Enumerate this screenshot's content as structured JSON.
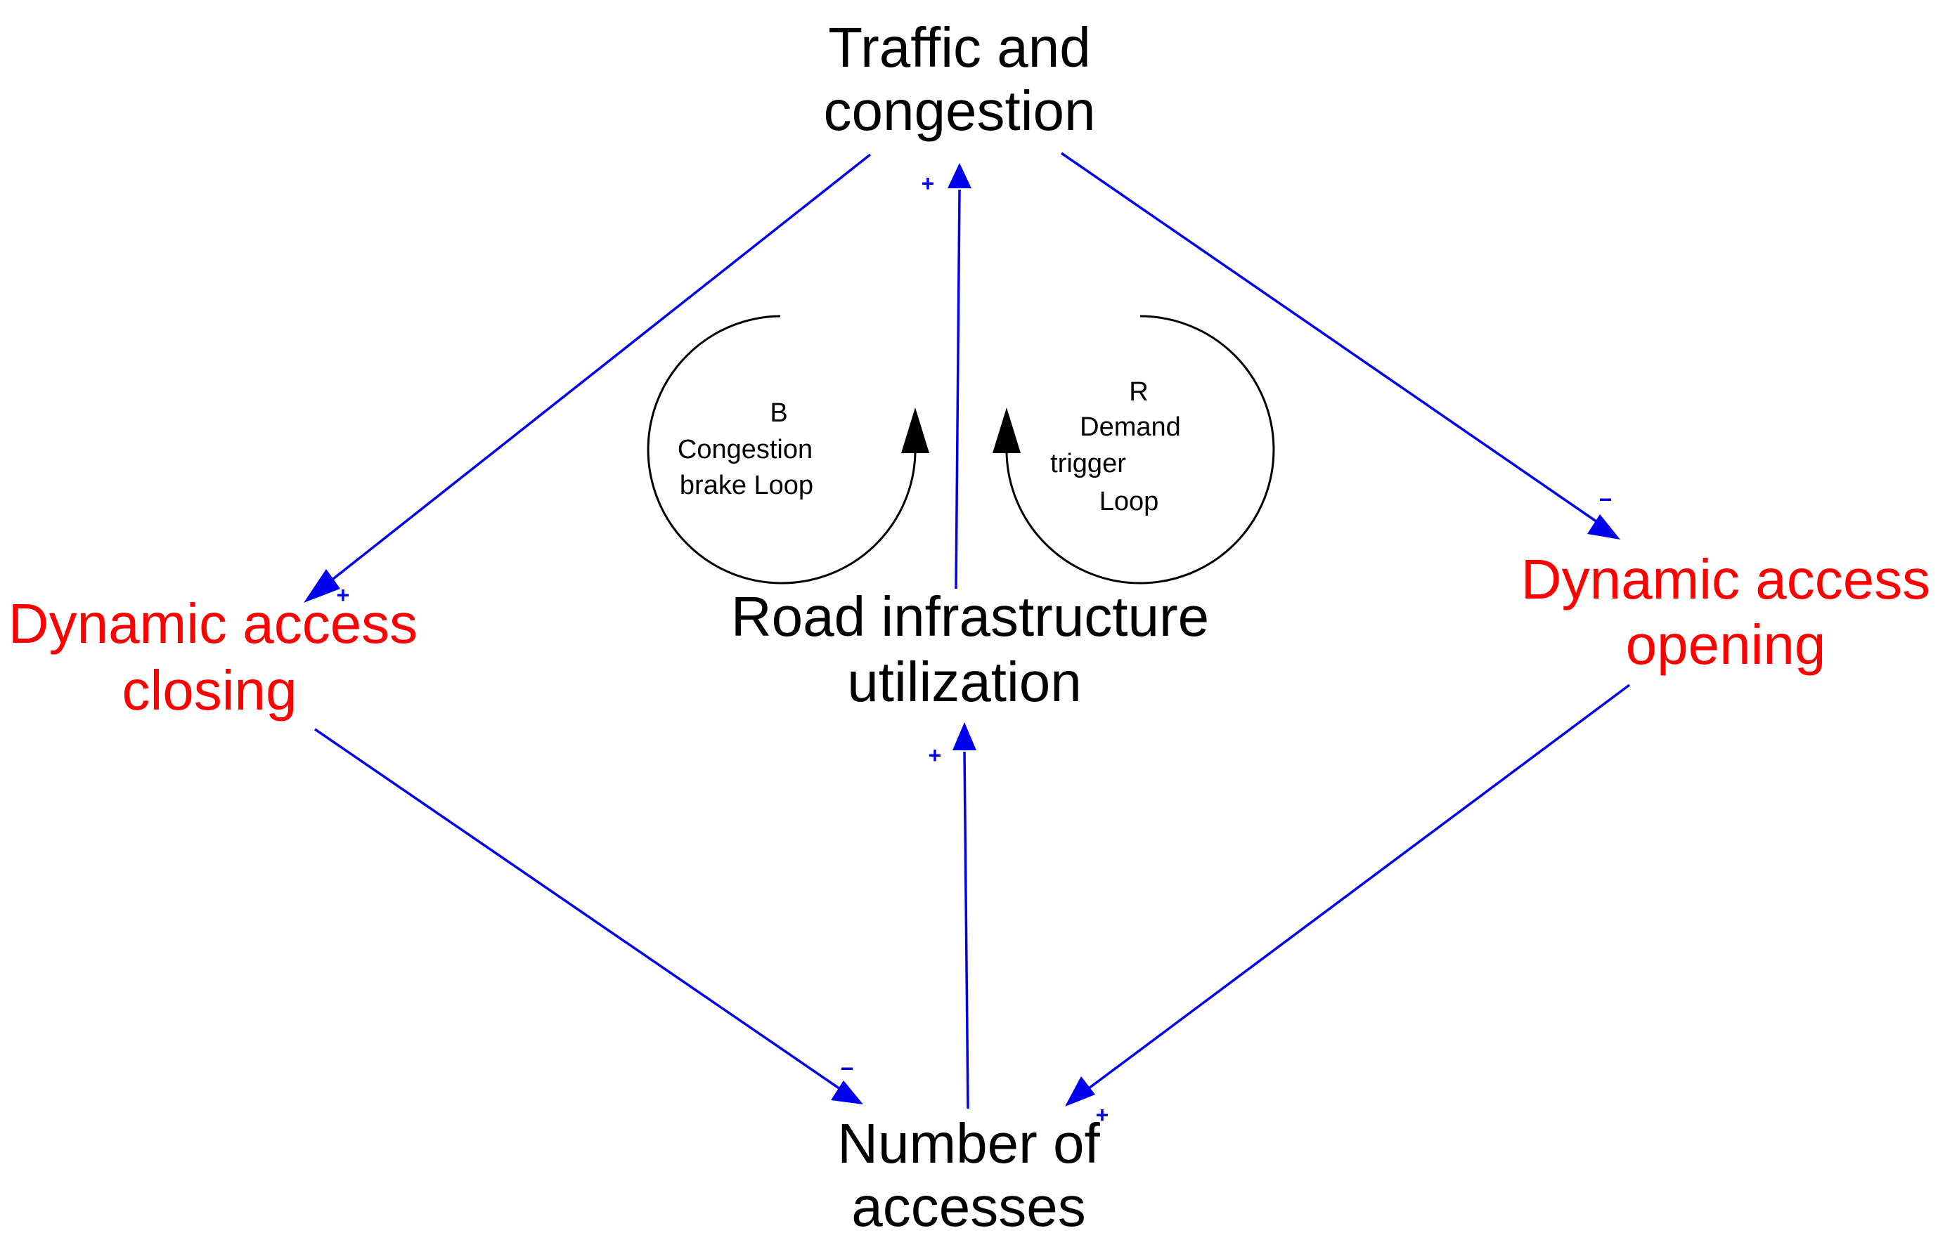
{
  "colors": {
    "link": "#0000ee",
    "node_default": "#000000",
    "node_policy": "#ff0000",
    "loop": "#000000",
    "background": "#ffffff"
  },
  "nodes": {
    "traffic": {
      "line1": "Traffic and",
      "line2": "congestion",
      "color": "#000000"
    },
    "closing": {
      "line1": "Dynamic access",
      "line2": "closing",
      "color": "#ff0000"
    },
    "opening": {
      "line1": "Dynamic access",
      "line2": "opening",
      "color": "#ff0000"
    },
    "road": {
      "line1": "Road infrastructure",
      "line2": "utilization",
      "color": "#000000"
    },
    "accesses": {
      "line1": "Number of",
      "line2": "accesses",
      "color": "#000000"
    }
  },
  "links": [
    {
      "from": "traffic",
      "to": "closing",
      "polarity": "+"
    },
    {
      "from": "traffic",
      "to": "opening",
      "polarity": "−"
    },
    {
      "from": "road",
      "to": "traffic",
      "polarity": "+"
    },
    {
      "from": "accesses",
      "to": "road",
      "polarity": "+"
    },
    {
      "from": "closing",
      "to": "accesses",
      "polarity": "−"
    },
    {
      "from": "opening",
      "to": "accesses",
      "polarity": "+"
    }
  ],
  "loops": {
    "balancing": {
      "symbol": "B",
      "line1": "Congestion",
      "line2": "brake Loop"
    },
    "reinforcing": {
      "symbol": "R",
      "line1": "Demand",
      "line2": "trigger",
      "line3": "Loop"
    }
  }
}
